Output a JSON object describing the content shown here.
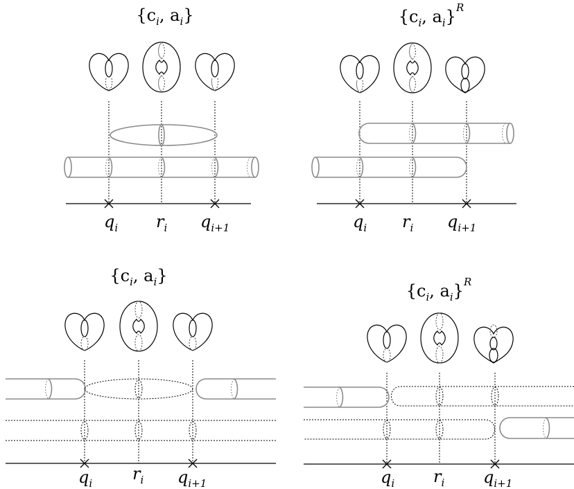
{
  "panels": [
    {
      "title": "{c_i, a_i}",
      "title_text": "{c",
      "title_sub1": "i",
      "title_mid": ", a",
      "title_sub2": "i",
      "title_end": "}",
      "title_sup": "",
      "labels": [
        "q",
        "r",
        "q"
      ],
      "label_subs": [
        "i",
        "i",
        "i+1"
      ]
    },
    {
      "title": "{c_i, a_i}^R",
      "title_text": "{c",
      "title_sub1": "i",
      "title_mid": ", a",
      "title_sub2": "i",
      "title_end": "}",
      "title_sup": "R",
      "labels": [
        "q",
        "r",
        "q"
      ],
      "label_subs": [
        "i",
        "i",
        "i+1"
      ]
    },
    {
      "title": "{c_i, a_i}",
      "title_text": "{c",
      "title_sub1": "i",
      "title_mid": ", a",
      "title_sub2": "i",
      "title_end": "}",
      "title_sup": "",
      "labels": [
        "q",
        "r",
        "q"
      ],
      "label_subs": [
        "i",
        "i",
        "i+1"
      ]
    },
    {
      "title": "{c_i, a_i}^R",
      "title_text": "{c",
      "title_sub1": "i",
      "title_mid": ", a",
      "title_sub2": "i",
      "title_end": "}",
      "title_sup": "R",
      "labels": [
        "q",
        "r",
        "q"
      ],
      "label_subs": [
        "i",
        "i",
        "i+1"
      ]
    }
  ]
}
